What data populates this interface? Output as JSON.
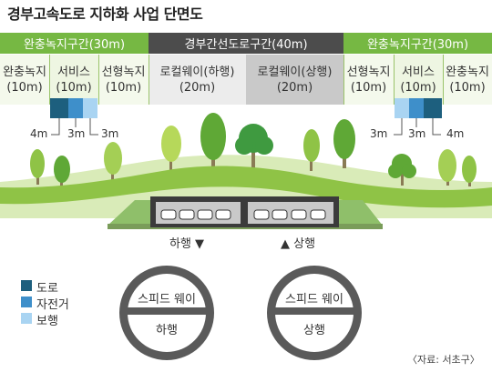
{
  "title": "경부고속도로 지하화 사업 단면도",
  "sections": [
    {
      "label": "완충녹지구간(30m)"
    },
    {
      "label": "경부간선도로구간(40m)"
    },
    {
      "label": "완충녹지구간(30m)"
    }
  ],
  "columns": [
    {
      "line1": "완충녹지",
      "line2": "(10m)"
    },
    {
      "line1": "서비스",
      "line2": "(10m)"
    },
    {
      "line1": "선형녹지",
      "line2": "(10m)"
    },
    {
      "line1": "로컬웨이(하행)",
      "line2": "(20m)"
    },
    {
      "line1": "로컬웨이(상행)",
      "line2": "(20m)"
    },
    {
      "line1": "선형녹지",
      "line2": "(10m)"
    },
    {
      "line1": "서비스",
      "line2": "(10m)"
    },
    {
      "line1": "완충녹지",
      "line2": "(10m)"
    }
  ],
  "measurements": {
    "left": [
      "4m",
      "3m",
      "3m"
    ],
    "right": [
      "3m",
      "3m",
      "4m"
    ]
  },
  "legend": [
    {
      "label": "도로",
      "color": "#1d5f7e"
    },
    {
      "label": "자전거",
      "color": "#3e8fca"
    },
    {
      "label": "보행",
      "color": "#a9d4f2"
    }
  ],
  "directions": {
    "down": "하행 ▼",
    "up": "▲ 상행"
  },
  "tunnels": [
    {
      "name": "스피드 웨이",
      "direction": "하행"
    },
    {
      "name": "스피드 웨이",
      "direction": "상행"
    }
  ],
  "source": "〈자료: 서초구〉",
  "colors": {
    "green": "#76b843",
    "dark": "#4c4c4c",
    "ground": "#ececec",
    "road": "#1d5f7e",
    "bike": "#3e8fca",
    "walk": "#a9d4f2"
  }
}
